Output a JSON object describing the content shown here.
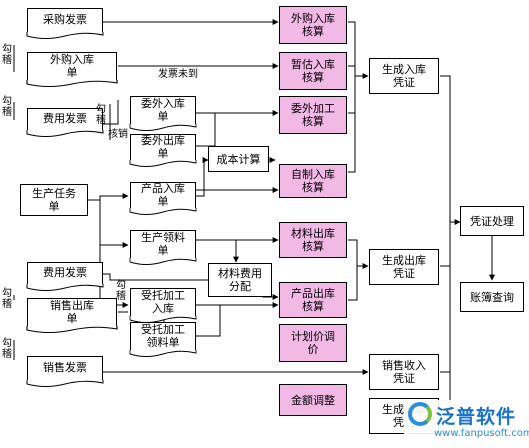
{
  "nodes": {
    "purchase_invoice": "采购发票",
    "outsource_receipt_doc": "外购入库\n单",
    "expense_invoice_top": "费用发票",
    "subcontract_receipt": "委外入库\n单",
    "subcontract_issue": "委外出库\n单",
    "production_task": "生产任务\n单",
    "product_receipt": "产品入库\n单",
    "production_issue": "生产领料\n单",
    "expense_invoice_bottom": "费用发票",
    "sales_issue": "销售出库\n单",
    "sales_invoice": "销售发票",
    "consignment_receipt": "受托加工\n入库",
    "consignment_issue": "受托加工\n领料单",
    "cost_calc": "成本计算",
    "material_expense_alloc": "材料费用\n分配",
    "outsource_receipt_acc": "外购入库\n核算",
    "provisional_receipt_acc": "暂估入库\n核算",
    "subcontract_acc": "委外加工\n核算",
    "self_made_acc": "自制入库\n核算",
    "material_issue_acc": "材料出库\n核算",
    "product_issue_acc": "产品出库\n核算",
    "planned_price_adj": "计划价调\n价",
    "amount_adj": "金额调整",
    "gen_receipt_voucher": "生成入库\n凭证",
    "gen_issue_voucher": "生成出库\n凭证",
    "sales_revenue_voucher": "销售收入\n凭证",
    "gen_cost_voucher": "生成成本\n凭证",
    "voucher_processing": "凭证处理",
    "ledger_query": "账簿查询"
  },
  "labels": {
    "hook_1": "勾\n稽",
    "hook_2": "勾\n稽",
    "hook_3": "勾\n稽",
    "hook_4": "勾\n稽",
    "hook_5": "勾\n稽",
    "hook_6": "勾\n稽",
    "verify": "核销",
    "invoice_arrived": "发票未到"
  },
  "logo": {
    "name": "泛普软件",
    "url": "www.fanpusoft.com"
  },
  "colors": {
    "accounting_fill": "#f2b8e6",
    "line": "#000000"
  }
}
